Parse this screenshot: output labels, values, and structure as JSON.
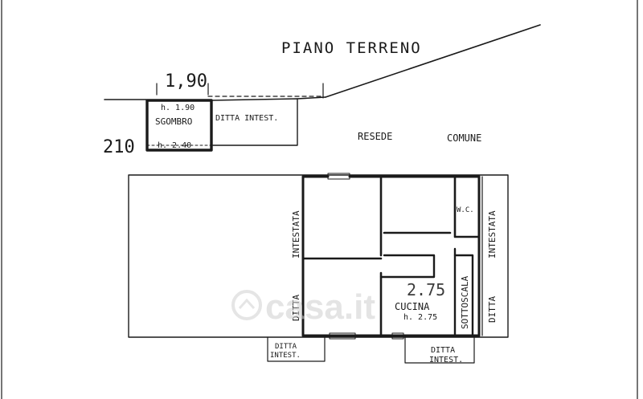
{
  "plan": {
    "title": "PIANO TERRENO",
    "dimension_top": "1,90",
    "dimension_left": "210",
    "resede": "RESEDE",
    "comune": "COMUNE",
    "sgombro": {
      "height_top": "h. 1.90",
      "name": "SGOMBRO",
      "height_bottom": "h. 2.40"
    },
    "ditta_intest_top": "DITTA INTEST.",
    "left_vertical": {
      "line1": "INTESTATA",
      "line2": "DITTA"
    },
    "right_vertical": {
      "line1": "INTESTATA",
      "line2": "DITTA"
    },
    "wc": "W.C.",
    "sottoscala": "SOTTOSCALA",
    "cucina": {
      "name": "CUCINA",
      "height": "h. 2.75",
      "overwrite": "2.75"
    },
    "bottom_left": {
      "line1": "DITTA",
      "line2": "INTEST."
    },
    "bottom_right": {
      "line1": "DITTA",
      "line2": "INTEST."
    },
    "watermark": "casa.it"
  }
}
